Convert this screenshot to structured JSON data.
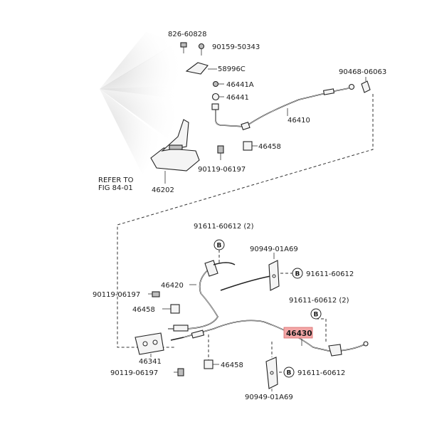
{
  "labels": {
    "p_826_60828": "826-60828",
    "p_90159_50343": "90159-50343",
    "p_58996c": "58996C",
    "p_90468_06063": "90468-06063",
    "p_46441a": "46441A",
    "p_46441": "46441",
    "p_46410": "46410",
    "p_46458_top": "46458",
    "p_90119_06197_top": "90119-06197",
    "refer_line1": "REFER TO",
    "refer_line2": "FIG 84-01",
    "p_46202": "46202",
    "p_91611_60612_2_top": "91611-60612 (2)",
    "p_90949_01a69_top": "90949-01A69",
    "p_91611_60612_mid": "91611-60612",
    "p_46420": "46420",
    "p_90119_06197_mid": "90119-06197",
    "p_46458_mid": "46458",
    "p_91611_60612_2_right": "91611-60612 (2)",
    "p_46430": "46430",
    "p_46341": "46341",
    "p_46458_bot": "46458",
    "p_90119_06197_bot": "90119-06197",
    "p_91611_60612_bot": "91611-60612",
    "p_90949_01a69_bot": "90949-01A69"
  },
  "markers": {
    "b1": "B",
    "b2": "B",
    "b3": "B",
    "b4": "B"
  },
  "highlight_color": "#f3a7a7"
}
